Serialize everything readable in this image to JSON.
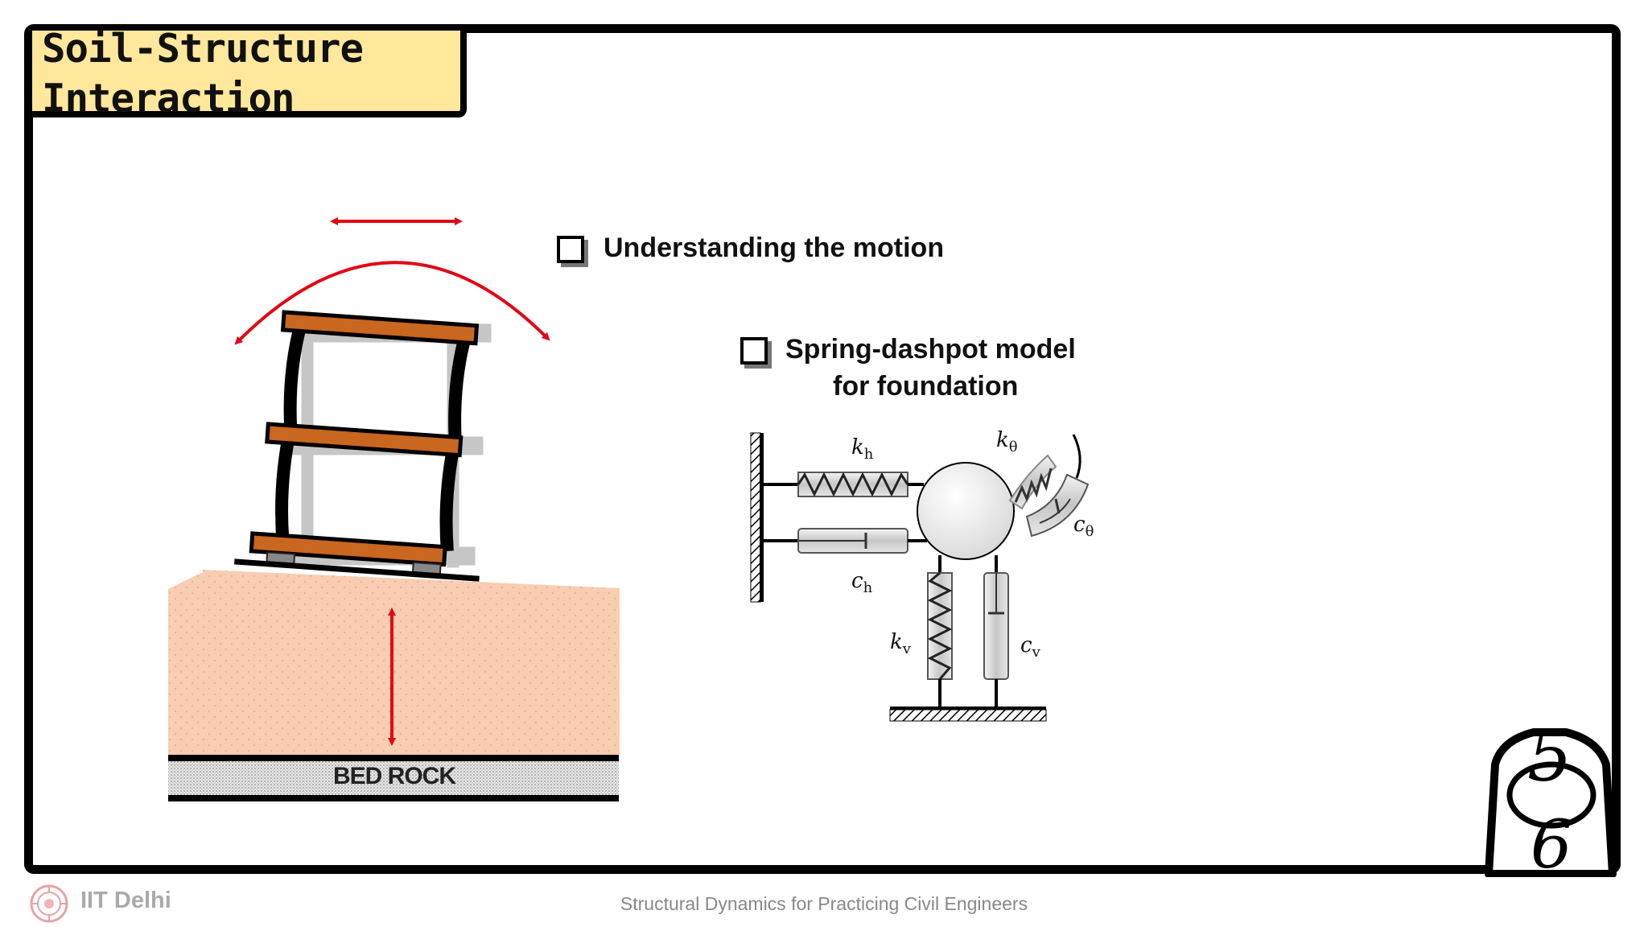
{
  "slide": {
    "title_line1": "Soil-Structure",
    "title_line2": "Interaction",
    "bullets": [
      {
        "text": "Understanding the motion"
      },
      {
        "text_line1": "Spring-dashpot model",
        "text_line2": "for foundation"
      }
    ],
    "left_figure": {
      "ground_label": "BED ROCK",
      "colors": {
        "soil": "#f9cdb1",
        "floor_slab": "#c9661f",
        "arrow": "#e30613"
      }
    },
    "spring_dashpot": {
      "labels": {
        "k_h": "k",
        "k_h_sub": "h",
        "c_h": "c",
        "c_h_sub": "h",
        "k_theta": "k",
        "k_theta_sub": "θ",
        "c_theta": "c",
        "c_theta_sub": "θ",
        "k_v": "k",
        "k_v_sub": "v",
        "c_v": "c",
        "c_v_sub": "v"
      }
    },
    "page_number": {
      "top": "5",
      "bottom": "6"
    }
  },
  "footer": {
    "institute": "IIT Delhi",
    "course": "Structural Dynamics for Practicing Civil Engineers"
  }
}
